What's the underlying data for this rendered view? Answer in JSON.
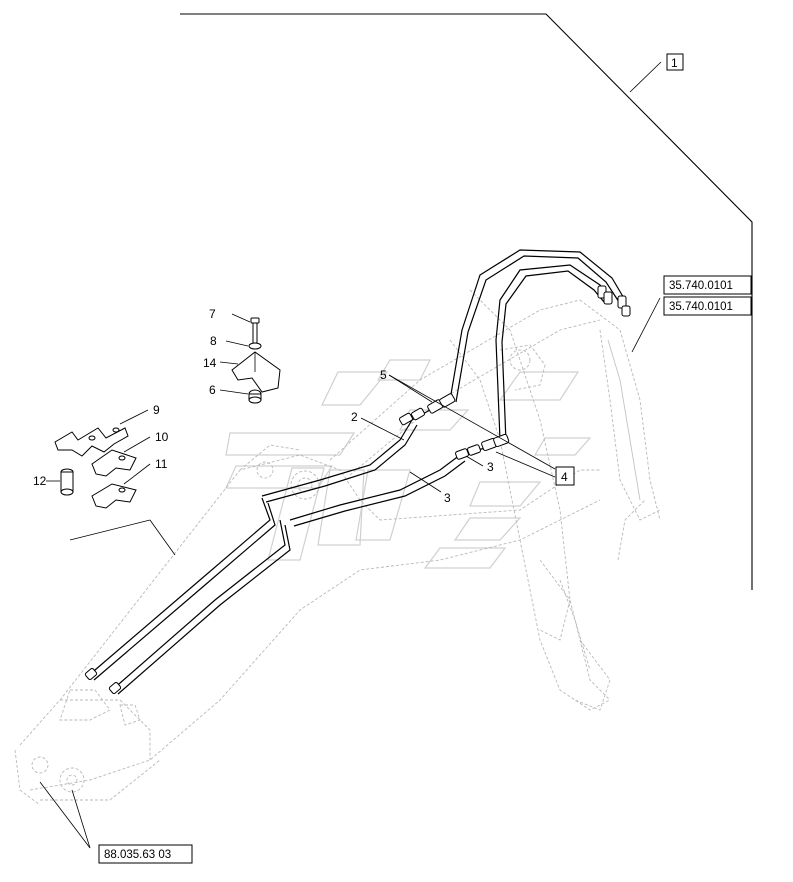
{
  "labels": {
    "item_1": "1",
    "item_2": "2",
    "item_3a": "3",
    "item_3b": "3",
    "item_4": "4",
    "item_5": "5",
    "item_6": "6",
    "item_7": "7",
    "item_8": "8",
    "item_9": "9",
    "item_10": "10",
    "item_11": "11",
    "item_12": "12",
    "item_14": "14"
  },
  "refs": {
    "ref_a": "35.740.0101",
    "ref_b": "35.740.0101",
    "ref_c": "88.035.63 03"
  }
}
